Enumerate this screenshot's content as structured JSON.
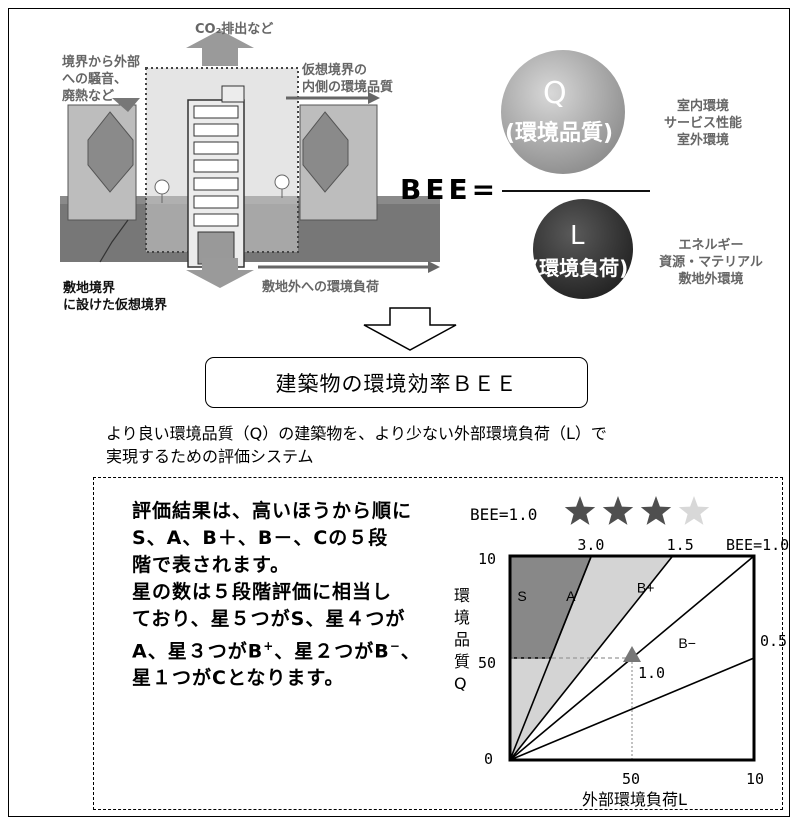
{
  "top": {
    "co2_label": "CO₂排出など",
    "noise_label": "境界から外部\nへの騒音、\n廃熱など",
    "inner_quality_label": "仮想境界の\n内側の環境品質",
    "site_boundary_label": "敷地境界\nに設けた仮想境界",
    "offsite_label": "敷地外への環境負荷",
    "q_letter": "Q",
    "q_name": "(環境品質)",
    "l_letter": "L",
    "l_name": "(環境負荷)",
    "bee_label": "BEE=",
    "q_items": "室内環境\nサービス性能\n室外環境",
    "l_items": "エネルギー\n資源・マテリアル\n敷地外環境"
  },
  "title_box": "建築物の環境効率ＢＥＥ",
  "description": "より良い環境品質（Q）の建築物を、より少ない外部環境負荷（L）で\n実現するための評価システム",
  "rating": {
    "line1": "評価結果は、高いほうから順に",
    "line2": "S、A、B＋、B－、Cの５段",
    "line3": "階で表されます。",
    "line4": "星の数は５段階評価に相当し",
    "line5": "ており、星５つがS、星４つが",
    "line6_a": "A、星３つがB",
    "line6_sup1": "+",
    "line6_b": "、星２つがB",
    "line6_sup2": "−",
    "line6_c": "、",
    "line7": "星１つがCとなります。"
  },
  "chart_data": {
    "type": "diagram",
    "bee_header": "BEE=1.0",
    "stars_filled": 3,
    "stars_total": 4,
    "xlabel": "外部環境負荷L",
    "ylabel": [
      "環",
      "境",
      "品",
      "質",
      "Q"
    ],
    "xlim": [
      0,
      100
    ],
    "ylim": [
      0,
      100
    ],
    "x_ticks": [
      "0",
      "50",
      "10"
    ],
    "y_ticks": [
      "10",
      "50",
      "0"
    ],
    "bee_lines": [
      {
        "label": "3.0",
        "slope": 3.0
      },
      {
        "label": "1.5",
        "slope": 1.5
      },
      {
        "label": "BEE=1.0",
        "slope": 1.0
      },
      {
        "label": "0.5",
        "slope": 0.5
      }
    ],
    "regions": [
      "S",
      "A",
      "B+",
      "B−"
    ],
    "marker": {
      "x": 50,
      "y": 50,
      "label": "1.0"
    },
    "colors": {
      "S": "#888888",
      "A": "#d4d4d4",
      "star_filled": "#4f4f4f",
      "star_empty": "#d8d8d8"
    }
  }
}
